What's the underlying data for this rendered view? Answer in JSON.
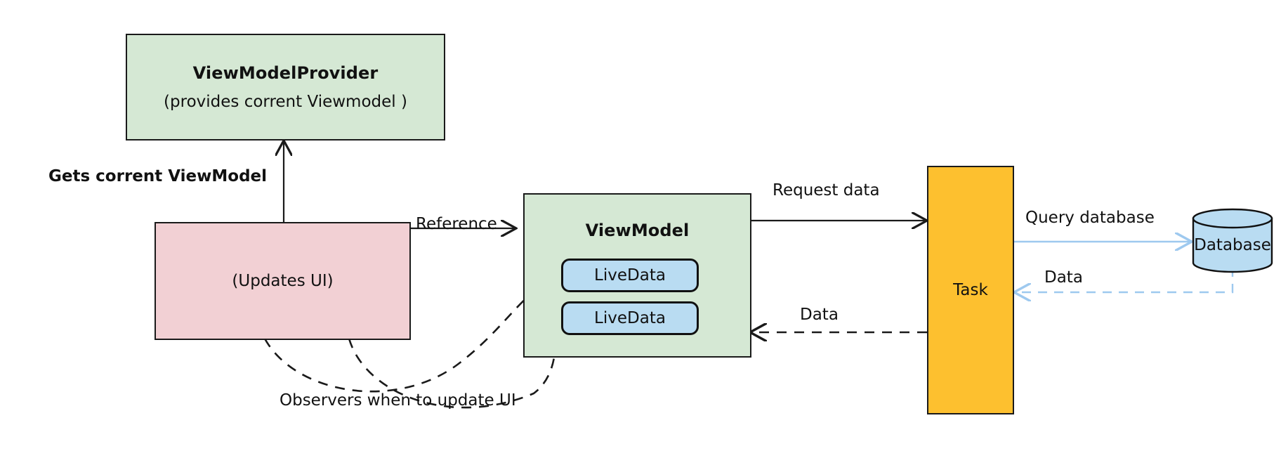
{
  "diagram": {
    "title": "Android ViewModel / LiveData architecture flow",
    "colors": {
      "green_fill": "#d5e8d4",
      "pink_fill": "#f2d0d4",
      "orange_fill": "#fdc02f",
      "blue_fill": "#b9dcf2",
      "stroke_dark": "#1a1a1a",
      "stroke_blue": "#9ec9ef",
      "background": "#ffffff"
    },
    "nodes": {
      "view_model_provider": {
        "title": "ViewModelProvider",
        "subtitle": "(provides corrent Viewmodel )"
      },
      "activity": {
        "label": "(Updates UI)"
      },
      "view_model": {
        "title": "ViewModel"
      },
      "live_data_1": {
        "label": "LiveData"
      },
      "live_data_2": {
        "label": "LiveData"
      },
      "task": {
        "label": "Task"
      },
      "database": {
        "label": "Database"
      }
    },
    "edges": {
      "gets_current_viewmodel": "Gets corrent ViewModel",
      "reference": "Reference",
      "request_data": "Request data",
      "data_from_task": "Data",
      "query_database": "Query database",
      "data_from_database": "Data",
      "observers": "Observers when to update UI"
    }
  }
}
